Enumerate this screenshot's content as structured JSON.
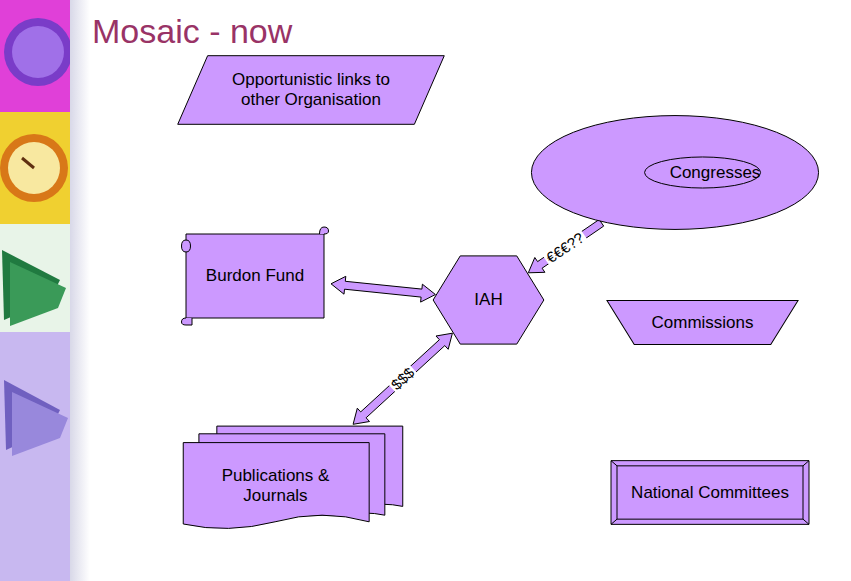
{
  "diagram": {
    "title": "Mosaic - now",
    "nodes": [
      {
        "text": [
          "Opportunistic links to other Organisation"
        ]
      },
      {
        "text": [
          "Congresses"
        ]
      },
      {
        "text": [
          "Burdon Fund"
        ]
      },
      {
        "text": [
          "IAH"
        ]
      },
      {
        "text": [
          "Commissions"
        ]
      },
      {
        "text": [
          "Publications & Journals"
        ]
      },
      {
        "text": [
          "National Committees"
        ]
      }
    ],
    "edges": [
      {
        "from": 2,
        "to": 3,
        "arrow": "both"
      },
      {
        "from": 1,
        "to": 3,
        "label": "€€€??",
        "arrow": "to"
      },
      {
        "from": 3,
        "to": 5,
        "label": "$$$",
        "arrow": "both"
      }
    ]
  }
}
